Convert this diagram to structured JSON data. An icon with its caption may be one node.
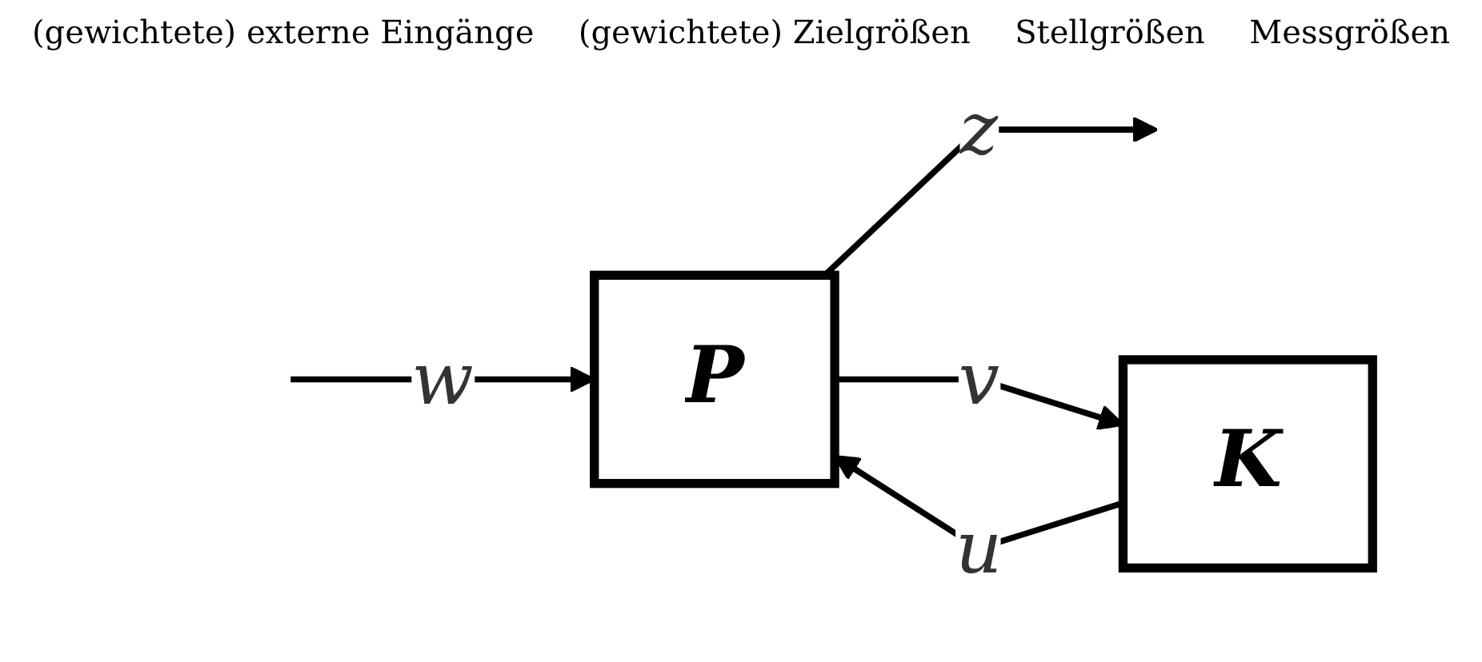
{
  "diagram": {
    "nodes": [
      {
        "text": [
          "P"
        ]
      },
      {
        "text": [
          "K"
        ]
      }
    ],
    "edges": [
      {
        "from": null,
        "to": 0,
        "arrow": "to",
        "label": "w"
      },
      {
        "from": 0,
        "to": null,
        "arrow": "to",
        "label": "z"
      },
      {
        "from": 0,
        "to": 1,
        "arrow": "to",
        "label": "v"
      },
      {
        "from": 1,
        "to": 0,
        "arrow": "to",
        "label": "u"
      }
    ],
    "labels": [
      "(gewichtete) externe Eingänge",
      "(gewichtete) Zielgrößen",
      "Stellgrößen",
      "Messgrößen"
    ]
  }
}
